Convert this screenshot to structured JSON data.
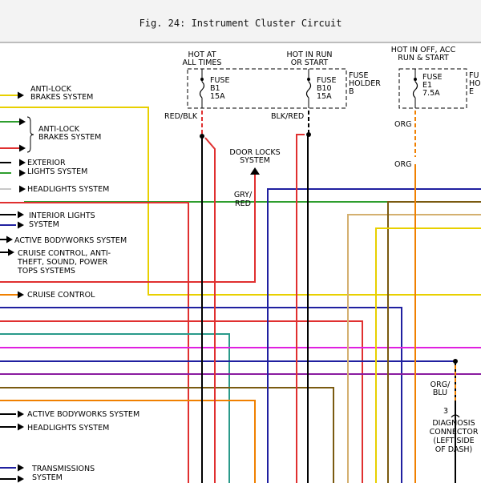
{
  "title": "Fig. 24: Instrument Cluster Circuit",
  "fuse_headers": {
    "hot_all": [
      "HOT AT",
      "ALL TIMES"
    ],
    "hot_run": [
      "HOT IN RUN",
      "OR START"
    ],
    "hot_off": [
      "HOT IN OFF, ACC",
      "RUN & START"
    ]
  },
  "fuses": {
    "b1": [
      "FUSE",
      "B1",
      "15A"
    ],
    "b10": [
      "FUSE",
      "B10",
      "15A"
    ],
    "e1": [
      "FUSE",
      "E1",
      "7.5A"
    ]
  },
  "fuse_holders": {
    "b": [
      "FUSE",
      "HOLDER",
      "B"
    ],
    "e": [
      "FU",
      "HO",
      "E"
    ]
  },
  "wire_labels": {
    "red_blk": "RED/BLK",
    "blk_red": "BLK/RED",
    "org_1": "ORG",
    "org_2": "ORG",
    "gry_red": [
      "GRY/",
      "RED"
    ],
    "org_blu": [
      "ORG/",
      "BLU"
    ],
    "pin": "3"
  },
  "door_locks": [
    "DOOR LOCKS",
    "SYSTEM"
  ],
  "diagnosis": [
    "DIAGNOSIS",
    "CONNECTOR",
    "(LEFT SIDE",
    "OF DASH)"
  ],
  "left_labels": {
    "abs_1": [
      "ANTI-LOCK",
      "BRAKES SYSTEM"
    ],
    "abs_2": [
      "ANTI-LOCK",
      "BRAKES SYSTEM"
    ],
    "exterior": [
      "EXTERIOR",
      "LIGHTS SYSTEM"
    ],
    "headlights_1": [
      "HEADLIGHTS SYSTEM"
    ],
    "interior": [
      "INTERIOR LIGHTS",
      "SYSTEM"
    ],
    "active_1": [
      "ACTIVE BODYWORKS SYSTEM"
    ],
    "cruise_anti": [
      "CRUISE CONTROL, ANTI-",
      "THEFT, SOUND, POWER",
      "TOPS SYSTEMS"
    ],
    "cruise": [
      "CRUISE CONTROL"
    ],
    "active_2": [
      "ACTIVE BODYWORKS SYSTEM"
    ],
    "headlights_2": [
      "HEADLIGHTS SYSTEM"
    ],
    "transmission": [
      "TRANSMISSIONS",
      "SYSTEM"
    ]
  },
  "colors": {
    "yellow": "#e8d000",
    "green": "#2e9e2e",
    "red": "#e03030",
    "gray": "#c8c8c8",
    "navy": "#2020a0",
    "magenta": "#e020e0",
    "purple": "#8a1ca0",
    "orange": "#f08000",
    "olive": "#7a5a10",
    "teal": "#2a9a8a",
    "tan": "#d4b070",
    "black": "#000000"
  }
}
